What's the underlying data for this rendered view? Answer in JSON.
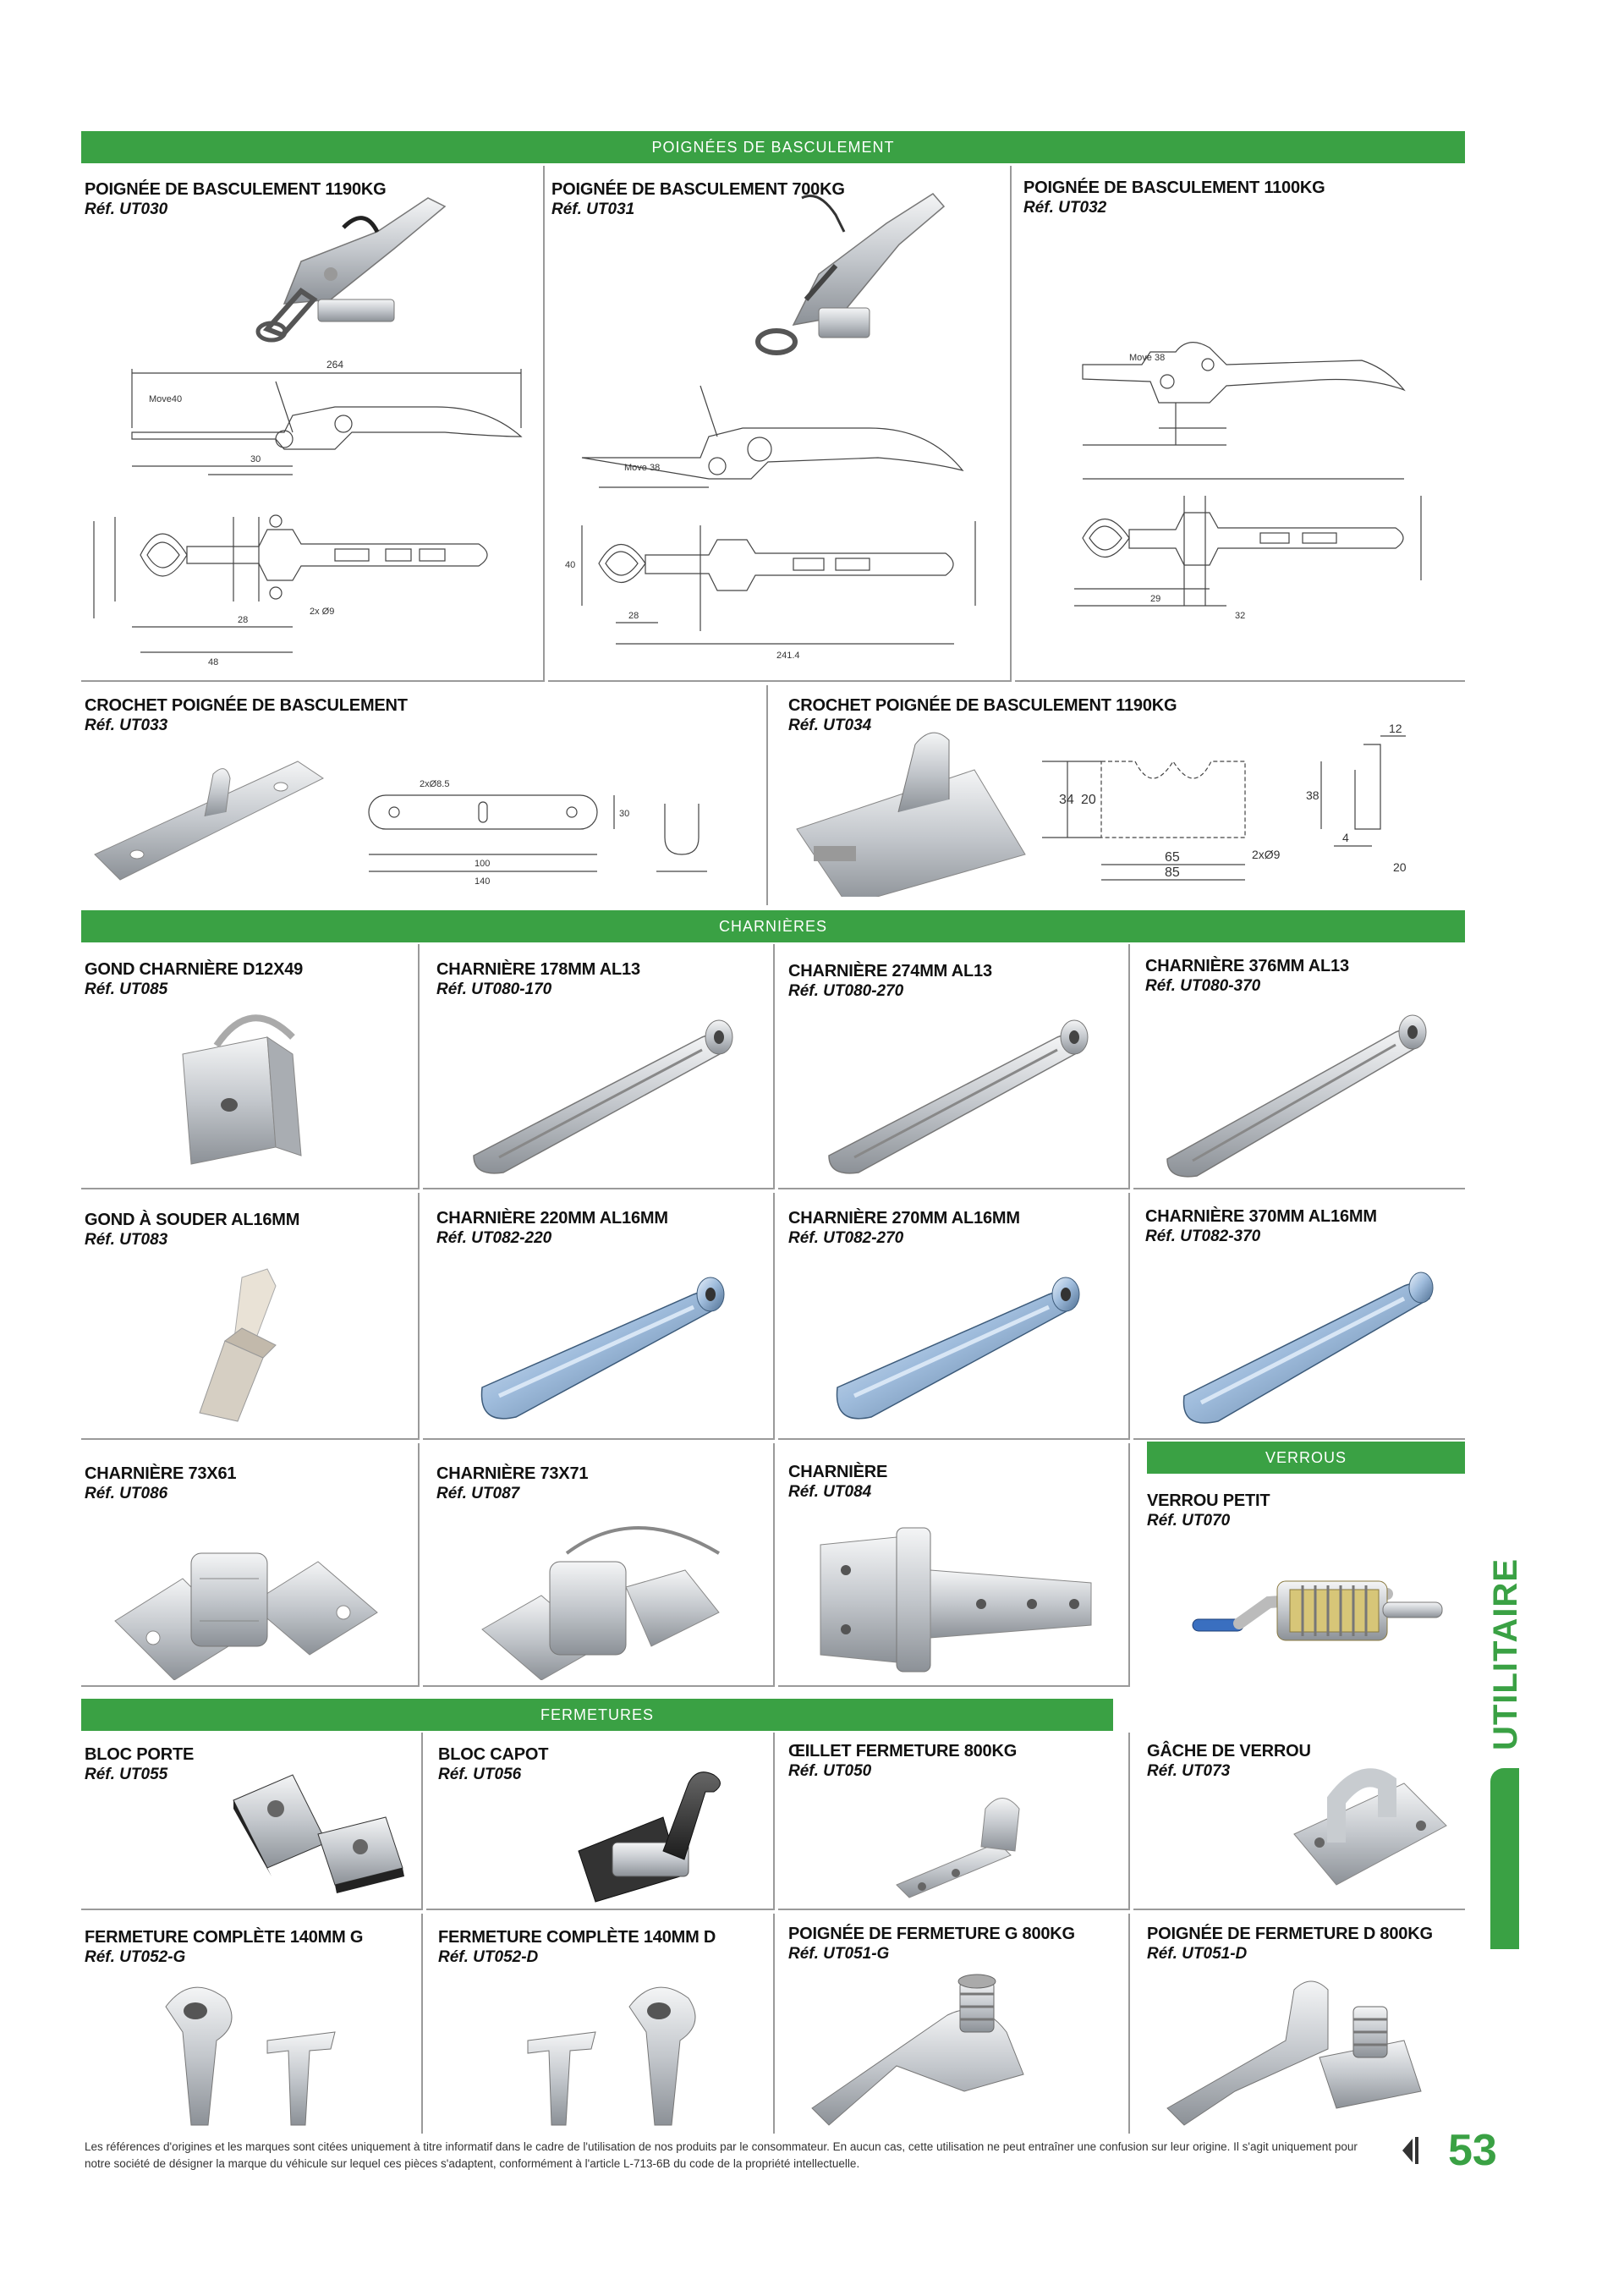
{
  "sections": {
    "basculement": "POIGNÉES DE BASCULEMENT",
    "charnieres": "CHARNIÈRES",
    "verrous": "VERROUS",
    "fermetures": "FERMETURES"
  },
  "products": {
    "ut030": {
      "title": "POIGNÉE DE BASCULEMENT 1190KG",
      "ref": "Réf. UT030"
    },
    "ut031": {
      "title": "POIGNÉE DE BASCULEMENT 700KG",
      "ref": "Réf. UT031"
    },
    "ut032": {
      "title": "POIGNÉE DE BASCULEMENT 1100KG",
      "ref": "Réf. UT032"
    },
    "ut033": {
      "title": "CROCHET POIGNÉE DE BASCULEMENT",
      "ref": "Réf. UT033"
    },
    "ut034": {
      "title": "CROCHET POIGNÉE DE BASCULEMENT 1190KG",
      "ref": "Réf. UT034"
    },
    "ut085": {
      "title": "GOND CHARNIÈRE D12X49",
      "ref": "Réf. UT085"
    },
    "ut080_170": {
      "title": "CHARNIÈRE 178MM AL13",
      "ref": "Réf. UT080-170"
    },
    "ut080_270": {
      "title": "CHARNIÈRE 274MM AL13",
      "ref": "Réf. UT080-270"
    },
    "ut080_370": {
      "title": "CHARNIÈRE 376MM AL13",
      "ref": "Réf. UT080-370"
    },
    "ut083": {
      "title": "GOND À SOUDER AL16MM",
      "ref": "Réf. UT083"
    },
    "ut082_220": {
      "title": "CHARNIÈRE 220MM AL16MM",
      "ref": "Réf. UT082-220"
    },
    "ut082_270": {
      "title": "CHARNIÈRE 270MM AL16MM",
      "ref": "Réf. UT082-270"
    },
    "ut082_370": {
      "title": "CHARNIÈRE 370MM AL16MM",
      "ref": "Réf. UT082-370"
    },
    "ut086": {
      "title": "CHARNIÈRE 73X61",
      "ref": "Réf. UT086"
    },
    "ut087": {
      "title": "CHARNIÈRE 73X71",
      "ref": "Réf. UT087"
    },
    "ut084": {
      "title": "CHARNIÈRE",
      "ref": "Réf. UT084"
    },
    "ut070": {
      "title": "VERROU PETIT",
      "ref": "Réf. UT070"
    },
    "ut055": {
      "title": "BLOC PORTE",
      "ref": "Réf. UT055"
    },
    "ut056": {
      "title": "BLOC CAPOT",
      "ref": "Réf. UT056"
    },
    "ut050": {
      "title": "ŒILLET FERMETURE 800KG",
      "ref": "Réf. UT050"
    },
    "ut073": {
      "title": "GÂCHE DE VERROU",
      "ref": "Réf. UT073"
    },
    "ut052_g": {
      "title": "FERMETURE COMPLÈTE 140MM G",
      "ref": "Réf. UT052-G"
    },
    "ut052_d": {
      "title": "FERMETURE COMPLÈTE 140MM D",
      "ref": "Réf. UT052-D"
    },
    "ut051_g": {
      "title": "POIGNÉE DE FERMETURE G 800KG",
      "ref": "Réf. UT051-G"
    },
    "ut051_d": {
      "title": "POIGNÉE DE FERMETURE D 800KG",
      "ref": "Réf. UT051-D"
    }
  },
  "drawings": {
    "ut030": {
      "d1": "264",
      "d2": "Move40",
      "d3": "30",
      "d4": "48",
      "d5": "28",
      "d6": "2x Ø9"
    },
    "ut031": {
      "d1": "Move 38",
      "d2": "241.4",
      "d3": "28",
      "d4": "40"
    },
    "ut032": {
      "d1": "Move 38",
      "d2": "29",
      "d3": "32"
    },
    "ut033": {
      "d1": "2xØ8.5",
      "d2": "100",
      "d3": "140",
      "d4": "30"
    },
    "ut034": {
      "d1": "34",
      "d2": "20",
      "d3": "65",
      "d4": "85",
      "d5": "2xØ9",
      "d6": "12",
      "d7": "38",
      "d8": "4",
      "d9": "20"
    }
  },
  "side_tab": "UTILITAIRE",
  "footer": {
    "disclaimer": "Les références d'origines et les marques sont citées uniquement à titre informatif dans le cadre de l'utilisation de nos produits par le consommateur. En aucun cas, cette utilisation ne peut entraîner une confusion sur leur origine. Il s'agit uniquement pour notre société de désigner la marque du véhicule sur lequel ces pièces s'adaptent, conformément à l'article L-713-6B du code de la propriété intellectuelle.",
    "page_number": "53"
  },
  "colors": {
    "accent": "#3aa144",
    "metal": "#c9ccd0",
    "zinc": "#8fb2d6"
  }
}
